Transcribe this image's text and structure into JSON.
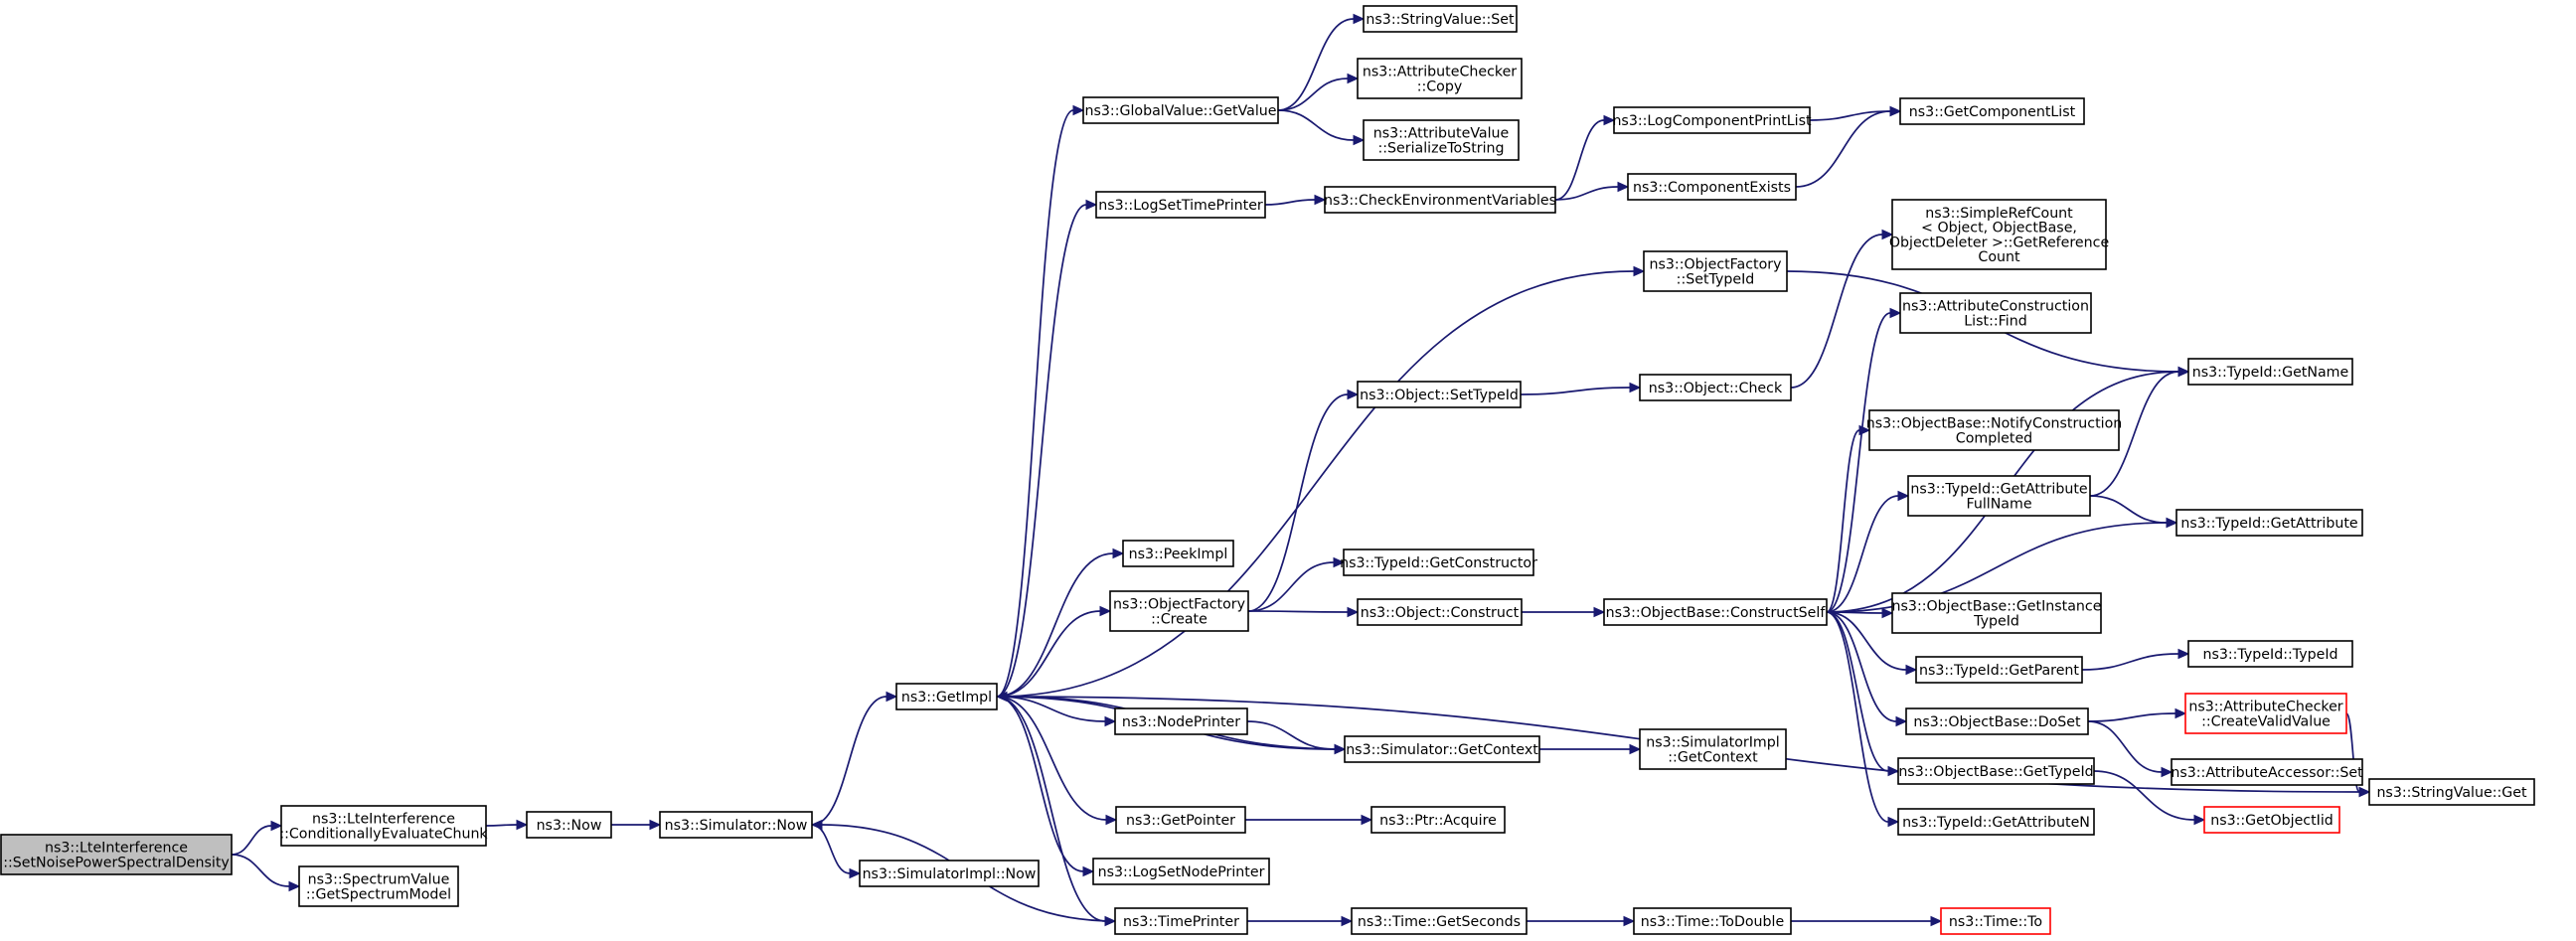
{
  "colors": {
    "edge": "#191970",
    "node_border": "#000000",
    "truncated_border": "#ff0000",
    "root_fill": "#bfbfbf",
    "node_fill": "#ffffff"
  },
  "nodes": [
    {
      "id": "root",
      "lines": [
        "ns3::LteInterference",
        "::SetNoisePowerSpectralDensity"
      ],
      "style": "root"
    },
    {
      "id": "lte_cond",
      "lines": [
        "ns3::LteInterference",
        "::ConditionallyEvaluateChunk"
      ]
    },
    {
      "id": "spectrum_model",
      "lines": [
        "ns3::SpectrumValue",
        "::GetSpectrumModel"
      ]
    },
    {
      "id": "now",
      "lines": [
        "ns3::Now"
      ]
    },
    {
      "id": "sim_now",
      "lines": [
        "ns3::Simulator::Now"
      ]
    },
    {
      "id": "simimpl_now",
      "lines": [
        "ns3::SimulatorImpl::Now"
      ]
    },
    {
      "id": "getimpl",
      "lines": [
        "ns3::GetImpl"
      ]
    },
    {
      "id": "globalvalue",
      "lines": [
        "ns3::GlobalValue::GetValue"
      ]
    },
    {
      "id": "stringvalue_set",
      "lines": [
        "ns3::StringValue::Set"
      ]
    },
    {
      "id": "attrchecker_copy",
      "lines": [
        "ns3::AttributeChecker",
        "::Copy"
      ]
    },
    {
      "id": "attrvalue_ser",
      "lines": [
        "ns3::AttributeValue",
        "::SerializeToString"
      ]
    },
    {
      "id": "logsettimeprinter",
      "lines": [
        "ns3::LogSetTimePrinter"
      ]
    },
    {
      "id": "checkenv",
      "lines": [
        "ns3::CheckEnvironmentVariables"
      ]
    },
    {
      "id": "logcomponentprintlist",
      "lines": [
        "ns3::LogComponentPrintList"
      ]
    },
    {
      "id": "componentexists",
      "lines": [
        "ns3::ComponentExists"
      ]
    },
    {
      "id": "getcomponentlist",
      "lines": [
        "ns3::GetComponentList"
      ]
    },
    {
      "id": "objfactory_settypeid",
      "lines": [
        "ns3::ObjectFactory",
        "::SetTypeId"
      ]
    },
    {
      "id": "simplerefcount",
      "lines": [
        "ns3::SimpleRefCount",
        "< Object, ObjectBase,",
        "ObjectDeleter >::GetReference",
        "Count"
      ]
    },
    {
      "id": "attrconstrlist_find",
      "lines": [
        "ns3::AttributeConstruction",
        "List::Find"
      ]
    },
    {
      "id": "typeid_getname",
      "lines": [
        "ns3::TypeId::GetName"
      ]
    },
    {
      "id": "object_settypeid",
      "lines": [
        "ns3::Object::SetTypeId"
      ]
    },
    {
      "id": "object_check",
      "lines": [
        "ns3::Object::Check"
      ]
    },
    {
      "id": "notifyconstruction",
      "lines": [
        "ns3::ObjectBase::NotifyConstruction",
        "Completed"
      ]
    },
    {
      "id": "getattributefullname",
      "lines": [
        "ns3::TypeId::GetAttribute",
        "FullName"
      ]
    },
    {
      "id": "typeid_getattribute",
      "lines": [
        "ns3::TypeId::GetAttribute"
      ]
    },
    {
      "id": "peekimpl",
      "lines": [
        "ns3::PeekImpl"
      ]
    },
    {
      "id": "typeid_getconstructor",
      "lines": [
        "ns3::TypeId::GetConstructor"
      ]
    },
    {
      "id": "objfactory_create",
      "lines": [
        "ns3::ObjectFactory",
        "::Create"
      ]
    },
    {
      "id": "object_construct",
      "lines": [
        "ns3::Object::Construct"
      ]
    },
    {
      "id": "constructself",
      "lines": [
        "ns3::ObjectBase::ConstructSelf"
      ]
    },
    {
      "id": "getinstancetypeid",
      "lines": [
        "ns3::ObjectBase::GetInstance",
        "TypeId"
      ]
    },
    {
      "id": "typeid_getparent",
      "lines": [
        "ns3::TypeId::GetParent"
      ]
    },
    {
      "id": "typeid_typeid",
      "lines": [
        "ns3::TypeId::TypeId"
      ]
    },
    {
      "id": "nodeprinter",
      "lines": [
        "ns3::NodePrinter"
      ]
    },
    {
      "id": "sim_getcontext",
      "lines": [
        "ns3::Simulator::GetContext"
      ]
    },
    {
      "id": "simimpl_getcontext",
      "lines": [
        "ns3::SimulatorImpl",
        "::GetContext"
      ]
    },
    {
      "id": "objbase_doset",
      "lines": [
        "ns3::ObjectBase::DoSet"
      ]
    },
    {
      "id": "createvalidvalue",
      "lines": [
        "ns3::AttributeChecker",
        "::CreateValidValue"
      ],
      "style": "truncated"
    },
    {
      "id": "attraccessor_set",
      "lines": [
        "ns3::AttributeAccessor::Set"
      ]
    },
    {
      "id": "stringvalue_get",
      "lines": [
        "ns3::StringValue::Get"
      ]
    },
    {
      "id": "objbase_gettypeid",
      "lines": [
        "ns3::ObjectBase::GetTypeId"
      ]
    },
    {
      "id": "getobjectiid",
      "lines": [
        "ns3::GetObjectIid"
      ],
      "style": "truncated"
    },
    {
      "id": "getattributen",
      "lines": [
        "ns3::TypeId::GetAttributeN"
      ]
    },
    {
      "id": "getpointer",
      "lines": [
        "ns3::GetPointer"
      ]
    },
    {
      "id": "ptr_acquire",
      "lines": [
        "ns3::Ptr::Acquire"
      ]
    },
    {
      "id": "logsetnodeprinter",
      "lines": [
        "ns3::LogSetNodePrinter"
      ]
    },
    {
      "id": "timeprinter",
      "lines": [
        "ns3::TimePrinter"
      ]
    },
    {
      "id": "time_getseconds",
      "lines": [
        "ns3::Time::GetSeconds"
      ]
    },
    {
      "id": "time_todouble",
      "lines": [
        "ns3::Time::ToDouble"
      ]
    },
    {
      "id": "time_to",
      "lines": [
        "ns3::Time::To"
      ],
      "style": "truncated"
    }
  ],
  "edges": [
    [
      "root",
      "lte_cond"
    ],
    [
      "root",
      "spectrum_model"
    ],
    [
      "lte_cond",
      "now"
    ],
    [
      "now",
      "sim_now"
    ],
    [
      "sim_now",
      "getimpl"
    ],
    [
      "sim_now",
      "simimpl_now"
    ],
    [
      "getimpl",
      "globalvalue"
    ],
    [
      "getimpl",
      "logsettimeprinter"
    ],
    [
      "getimpl",
      "objfactory_settypeid"
    ],
    [
      "getimpl",
      "peekimpl"
    ],
    [
      "getimpl",
      "objfactory_create"
    ],
    [
      "getimpl",
      "nodeprinter"
    ],
    [
      "getimpl",
      "sim_getcontext"
    ],
    [
      "getimpl",
      "getpointer"
    ],
    [
      "getimpl",
      "logsetnodeprinter"
    ],
    [
      "getimpl",
      "timeprinter"
    ],
    [
      "getimpl",
      "stringvalue_get"
    ],
    [
      "globalvalue",
      "stringvalue_set"
    ],
    [
      "globalvalue",
      "attrchecker_copy"
    ],
    [
      "globalvalue",
      "attrvalue_ser"
    ],
    [
      "logsettimeprinter",
      "checkenv"
    ],
    [
      "checkenv",
      "logcomponentprintlist"
    ],
    [
      "checkenv",
      "componentexists"
    ],
    [
      "logcomponentprintlist",
      "getcomponentlist"
    ],
    [
      "componentexists",
      "getcomponentlist"
    ],
    [
      "objfactory_settypeid",
      "typeid_getname"
    ],
    [
      "objfactory_create",
      "object_settypeid"
    ],
    [
      "objfactory_create",
      "typeid_getconstructor"
    ],
    [
      "objfactory_create",
      "object_construct"
    ],
    [
      "object_settypeid",
      "object_check"
    ],
    [
      "object_check",
      "simplerefcount"
    ],
    [
      "object_construct",
      "constructself"
    ],
    [
      "constructself",
      "attrconstrlist_find"
    ],
    [
      "constructself",
      "typeid_getname"
    ],
    [
      "constructself",
      "notifyconstruction"
    ],
    [
      "constructself",
      "getattributefullname"
    ],
    [
      "constructself",
      "typeid_getattribute"
    ],
    [
      "constructself",
      "getinstancetypeid"
    ],
    [
      "constructself",
      "typeid_getparent"
    ],
    [
      "constructself",
      "objbase_doset"
    ],
    [
      "constructself",
      "objbase_gettypeid"
    ],
    [
      "constructself",
      "getattributen"
    ],
    [
      "getattributefullname",
      "typeid_getname"
    ],
    [
      "getattributefullname",
      "typeid_getattribute"
    ],
    [
      "typeid_getparent",
      "typeid_typeid"
    ],
    [
      "objbase_doset",
      "createvalidvalue"
    ],
    [
      "objbase_doset",
      "attraccessor_set"
    ],
    [
      "createvalidvalue",
      "stringvalue_get"
    ],
    [
      "objbase_gettypeid",
      "getobjectiid"
    ],
    [
      "nodeprinter",
      "sim_getcontext"
    ],
    [
      "sim_getcontext",
      "getimpl"
    ],
    [
      "sim_getcontext",
      "simimpl_getcontext"
    ],
    [
      "getpointer",
      "ptr_acquire"
    ],
    [
      "timeprinter",
      "sim_now"
    ],
    [
      "timeprinter",
      "time_getseconds"
    ],
    [
      "time_getseconds",
      "time_todouble"
    ],
    [
      "time_todouble",
      "time_to"
    ]
  ]
}
